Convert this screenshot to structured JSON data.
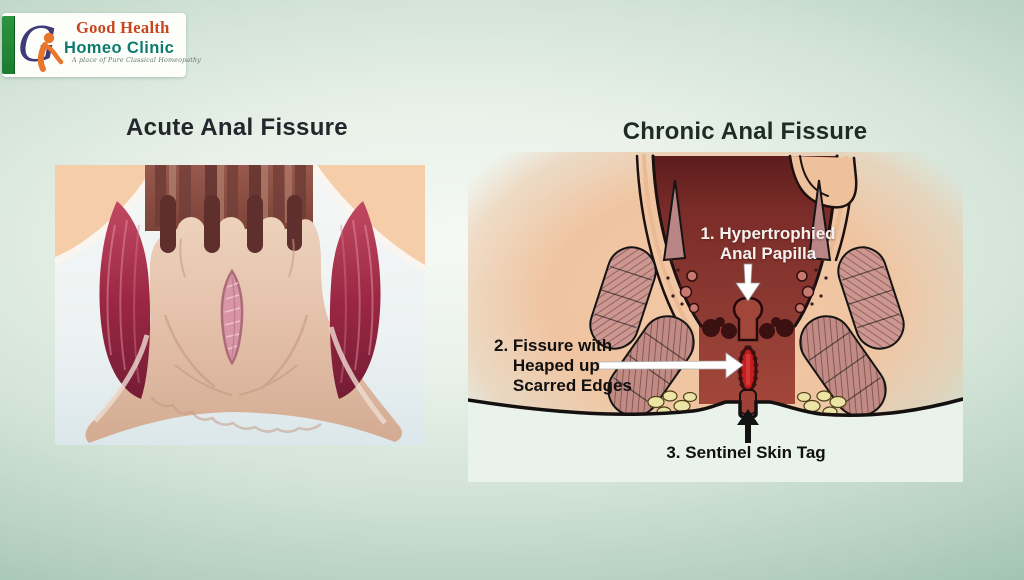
{
  "page": {
    "background_edge_color": "#8cb09d",
    "background_center_color": "#f5f9f4"
  },
  "logo": {
    "monogram": "G",
    "name_line1": "Good Health",
    "name_line2": "Homeo Clinic",
    "tagline": "A place of Pure Classical Homeopathy",
    "colors": {
      "accent_bar": "#25903a",
      "name_line1": "#c7451e",
      "name_line2": "#0d7b70",
      "monogram_g": "#3e3b78",
      "person_figure": "#e8772c"
    }
  },
  "diagram": {
    "left_panel": {
      "title": "Acute Anal Fissure",
      "colors": {
        "muscle_crimson": "#a02a48",
        "mucosa_tan": "#e6c4ae",
        "fissure_pink": "#d795a5",
        "backdrop": "#eef3f3"
      }
    },
    "right_panel": {
      "title": "Chronic Anal Fissure",
      "annotations": {
        "hypertrophied_papilla": "1. Hypertrophied\nAnal Papilla",
        "fissure_scarred": "2. Fissure with\n    Heaped up\n    Scarred Edges",
        "sentinel_tag": "3. Sentinel Skin Tag"
      },
      "colors": {
        "rectum_dark_red": "#6b2424",
        "canal_brick_red": "#9e4036",
        "fissure_red": "#c41e1e",
        "muscle_rose": "#cb9790",
        "fat_yellow": "#ece4a6",
        "skin_peach": "#f2c8a4",
        "outline_black": "#1c1010"
      }
    }
  }
}
